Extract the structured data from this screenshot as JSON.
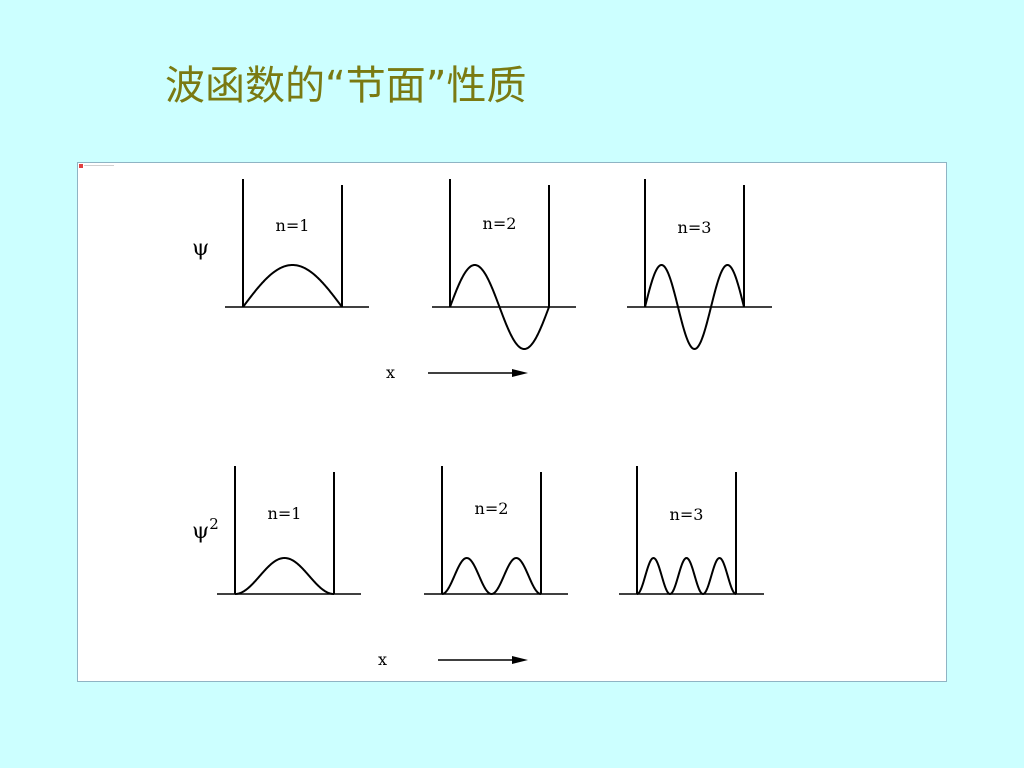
{
  "title": "波函数的“节面”性质",
  "rows": [
    {
      "id": "psi",
      "axis_label": "ψ",
      "superscript": "",
      "function": "psi",
      "panels": [
        {
          "n": 1,
          "label": "n=1"
        },
        {
          "n": 2,
          "label": "n=2"
        },
        {
          "n": 3,
          "label": "n=3"
        }
      ],
      "x_label": "x"
    },
    {
      "id": "psi-squared",
      "axis_label": "ψ",
      "superscript": "2",
      "function": "psi_squared",
      "panels": [
        {
          "n": 1,
          "label": "n=1"
        },
        {
          "n": 2,
          "label": "n=2"
        },
        {
          "n": 3,
          "label": "n=3"
        }
      ],
      "x_label": "x"
    }
  ]
}
